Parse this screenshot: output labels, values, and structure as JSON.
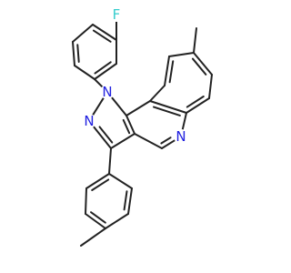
{
  "molecule": {
    "atoms": [
      {
        "id": "F",
        "label": "F",
        "color": "#33cccc"
      },
      {
        "id": "N1",
        "label": "N",
        "color": "#2020e0"
      },
      {
        "id": "N2",
        "label": "N",
        "color": "#2020e0"
      },
      {
        "id": "Nq",
        "label": "N",
        "color": "#2020e0"
      }
    ]
  }
}
